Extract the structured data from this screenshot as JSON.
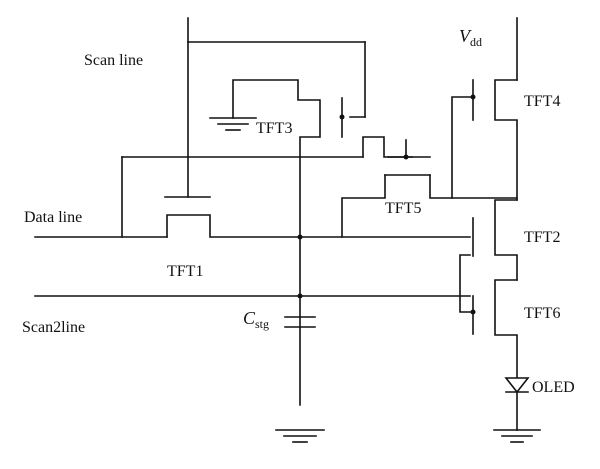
{
  "labels": {
    "scan_line": "Scan line",
    "data_line": "Data line",
    "scan2_line": "Scan2line",
    "vdd_main": "V",
    "vdd_sub": "dd",
    "cstg_main": "C",
    "cstg_sub": "stg",
    "oled": "OLED"
  },
  "transistors": [
    "TFT1",
    "TFT2",
    "TFT3",
    "TFT4",
    "TFT5",
    "TFT6"
  ]
}
